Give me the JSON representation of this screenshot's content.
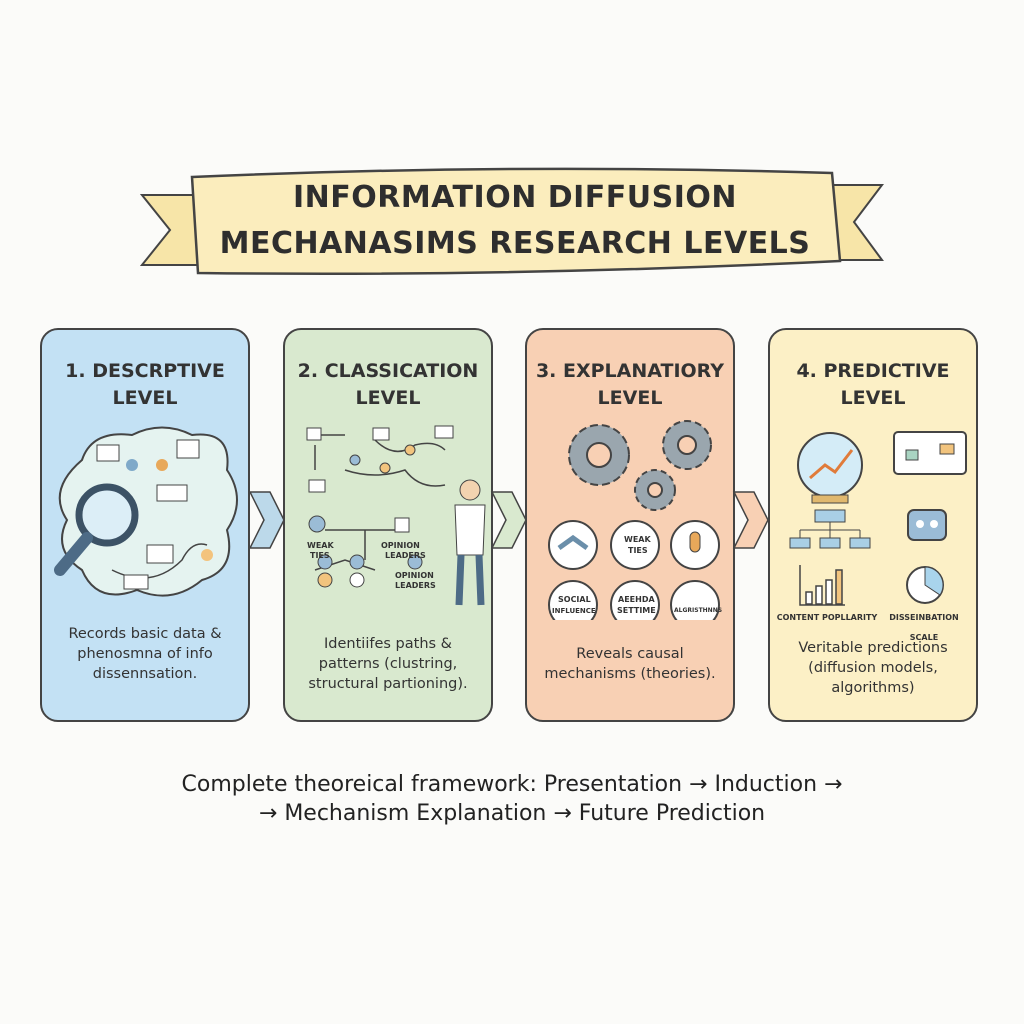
{
  "title": {
    "line1": "INFORMATION DIFFUSION",
    "line2": "MECHANASIMS RESEARCH LEVELS"
  },
  "levels": [
    {
      "title1": "1. DESCRPTIVE",
      "title2": "LEVEL",
      "desc": "Records basic data & phenosmna of info dissennsation.",
      "color": "#c3e1f4"
    },
    {
      "title1": "2. CLASSICATION",
      "title2": "LEVEL",
      "desc": "Identiifes paths & patterns (clustring, structural partioning).",
      "color": "#d9e9cf",
      "labels": {
        "weak_ties": [
          "WEAK",
          "TIES"
        ],
        "opinion_leaders_1": [
          "OPINION",
          "LEADERS"
        ],
        "opinion_leaders_2": [
          "OPINION",
          "LEADERS"
        ]
      }
    },
    {
      "title1": "3. EXPLANATIORY",
      "title2": "LEVEL",
      "desc": "Reveals causal mechanisms (theories).",
      "color": "#f8d0b4",
      "circles": [
        [
          "WEAK",
          "TIES"
        ],
        [
          "SOCIAL",
          "INFLUENCE"
        ],
        [
          "AEEHDA",
          "SETTIME"
        ],
        [
          "ALGRISTHNNS"
        ]
      ]
    },
    {
      "title1": "4. PREDICTIVE",
      "title2": "LEVEL",
      "desc": "Veritable predictions (diffusion models, algorithms)",
      "color": "#fcf0c6",
      "labels": {
        "content_popularity": "CONTENT POPLLARITY",
        "dissemination_scale": "DISSEINBATION SCALE"
      }
    }
  ],
  "footer": {
    "line1": "Complete theoreical framework: Presentation → Induction →",
    "line2": "→ Mechanism Explanation → Future Prediction"
  }
}
